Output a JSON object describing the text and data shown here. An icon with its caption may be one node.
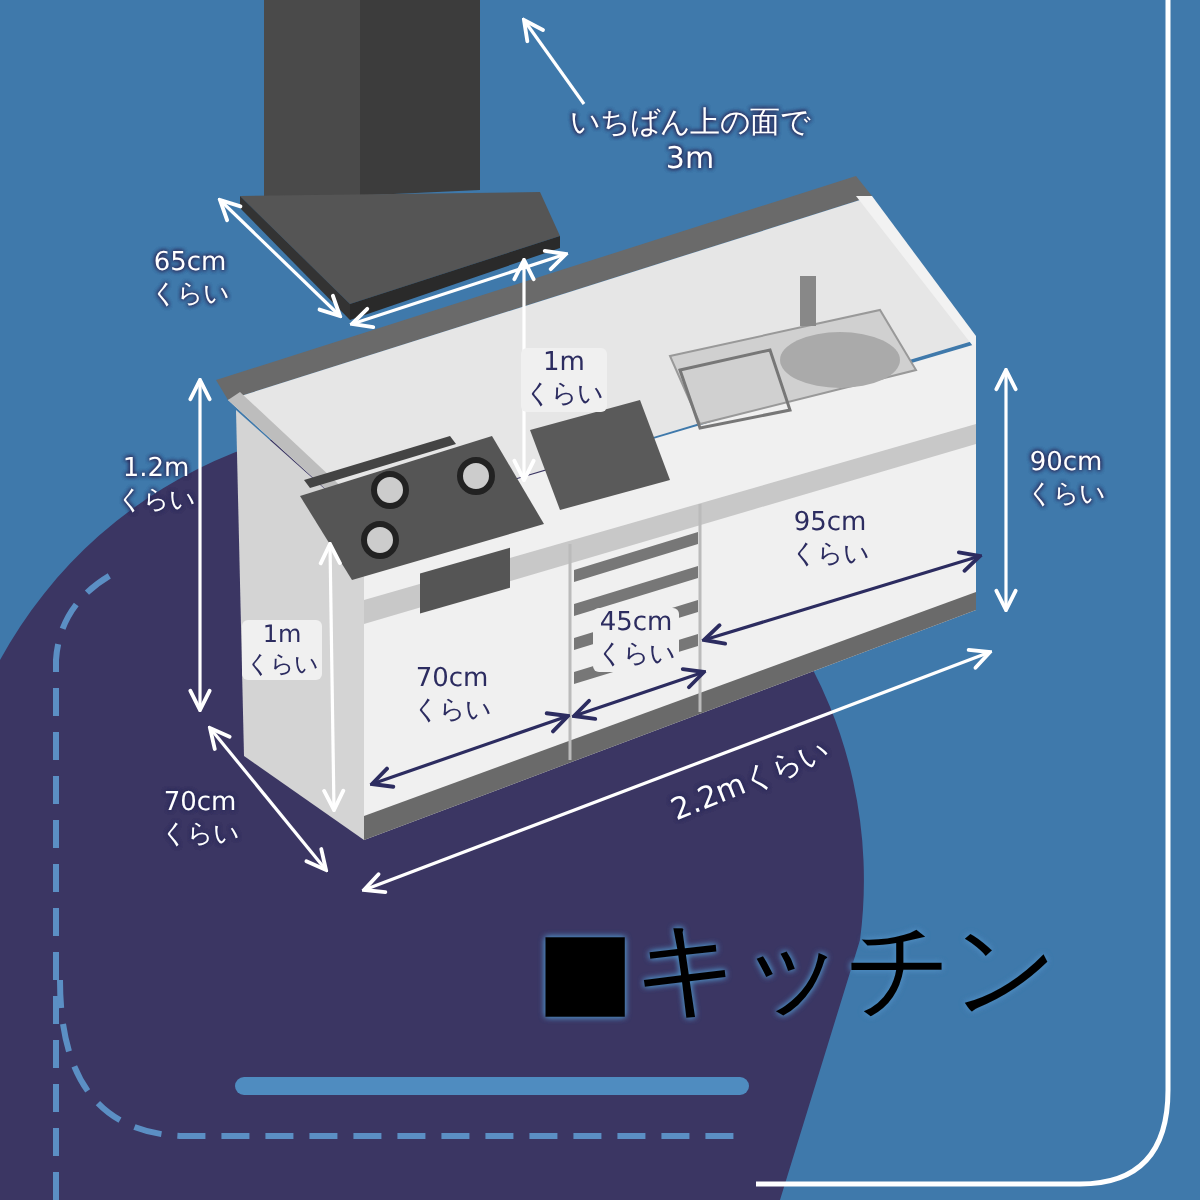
{
  "diagram": {
    "title": "■キッチン",
    "labels": [
      "いちばん上の面で3m",
      "65cmくらい",
      "1mくらい",
      "1.2mくらい",
      "90cmくらい",
      "95cmくらい",
      "1mくらい",
      "45cmくらい",
      "70cmくらい",
      "70cmくらい",
      "2.2mくらい"
    ]
  }
}
